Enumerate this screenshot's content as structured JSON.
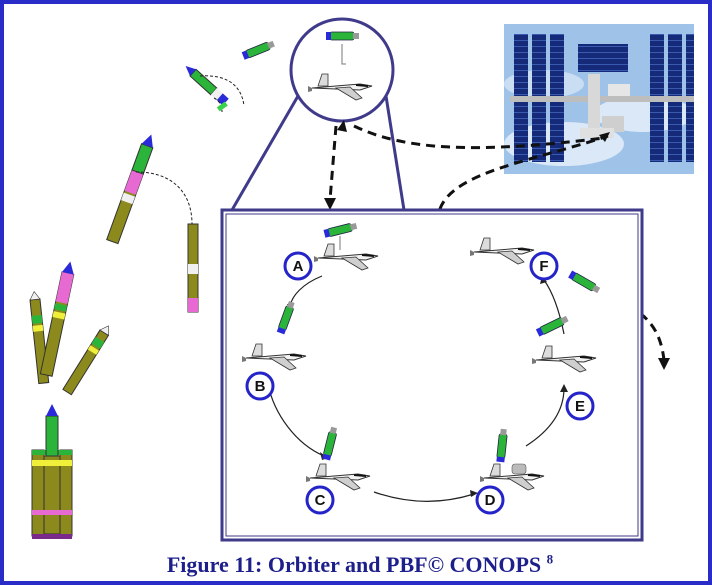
{
  "figure": {
    "caption": "Figure 11: Orbiter and PBF© CONOPS",
    "footnote_ref": "8",
    "step_labels": [
      "A",
      "B",
      "C",
      "D",
      "E",
      "F"
    ],
    "colors": {
      "frame_border": "#2a2cc8",
      "inset_border": "#3f3a8a",
      "label_ring": "#2424c8",
      "booster_body": "#8c8a1c",
      "stage_pink": "#e66ad2",
      "payload_green": "#2bb43a",
      "nose_blue": "#2a2ad8"
    }
  }
}
